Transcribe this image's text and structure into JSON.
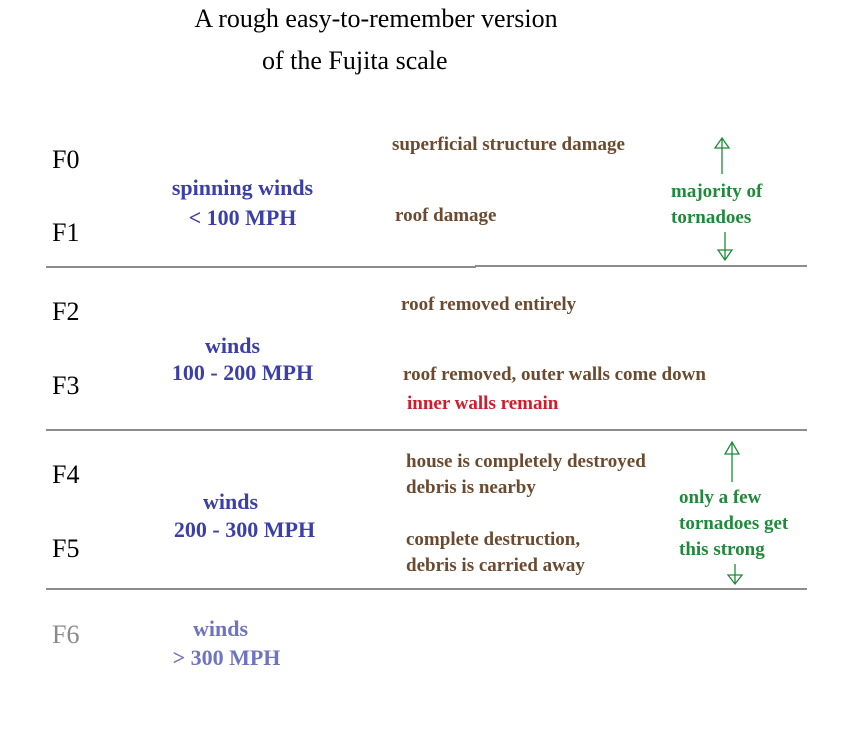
{
  "title": {
    "line1": "A rough easy-to-remember version",
    "line2": "of the Fujita scale"
  },
  "levels": [
    "F0",
    "F1",
    "F2",
    "F3",
    "F4",
    "F5",
    "F6"
  ],
  "winds": {
    "g1_line1": "spinning winds",
    "g1_line2": "< 100 MPH",
    "g2_line1": "winds",
    "g2_line2": "100 - 200 MPH",
    "g3_line1": "winds",
    "g3_line2": "200 - 300 MPH",
    "g4_line1": "winds",
    "g4_line2": "> 300 MPH"
  },
  "damage": {
    "f0": "superficial structure damage",
    "f1": "roof damage",
    "f2": "roof removed entirely",
    "f3_line1": "roof removed, outer walls come down",
    "f3_line2": "inner walls remain",
    "f4_line1": "house is completely destroyed",
    "f4_line2": "debris is nearby",
    "f5_line1": "complete destruction,",
    "f5_line2": "debris is carried away"
  },
  "notes": {
    "majority_line1": "majority of",
    "majority_line2": "tornadoes",
    "few_line1": "only a few",
    "few_line2": "tornadoes get",
    "few_line3": "this strong"
  },
  "colors": {
    "winds": "#3b3fa6",
    "damage": "#6b4a2f",
    "highlight": "#d01c2c",
    "notes": "#1f8a3a",
    "rules": "#8c8c8c"
  }
}
